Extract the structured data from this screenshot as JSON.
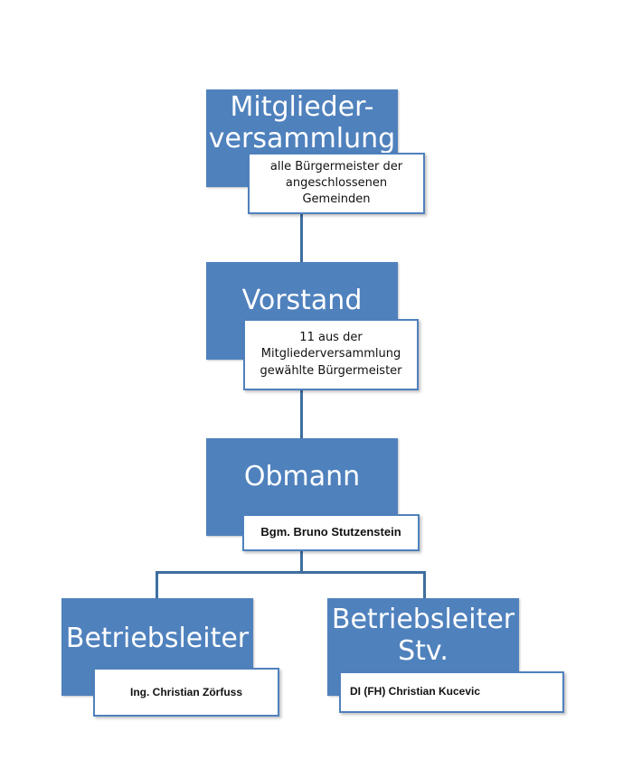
{
  "nodes": {
    "mitgliederversammlung": {
      "title": "Mitglieder-\nversammlung",
      "note": "alle Bürgermeister der\nangeschlossenen\nGemeinden"
    },
    "vorstand": {
      "title": "Vorstand",
      "note": "11 aus der\nMitgliederversammlung\ngewählte Bürgermeister"
    },
    "obmann": {
      "title": "Obmann",
      "note": "Bgm. Bruno Stutzenstein"
    },
    "betriebsleiter": {
      "title": "Betriebsleiter",
      "note": "Ing. Christian Zörfuss"
    },
    "betriebsleiter_stv": {
      "title": "Betriebsleiter\nStv.",
      "note": "DI (FH) Christian Kucevic"
    }
  }
}
